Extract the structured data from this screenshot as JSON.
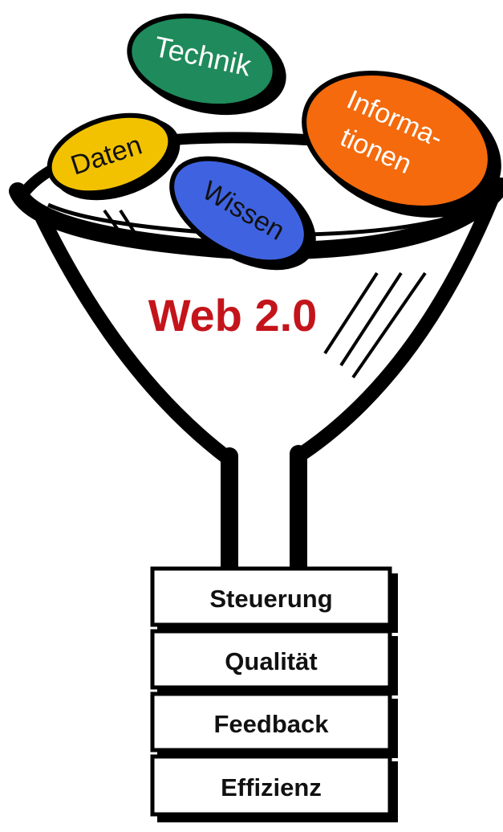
{
  "diagram": {
    "center_label": "Web 2.0",
    "inputs": [
      {
        "label_lines": [
          "Technik"
        ],
        "color": "#1f8a5b"
      },
      {
        "label_lines": [
          "Daten"
        ],
        "color": "#f2c200"
      },
      {
        "label_lines": [
          "Wissen"
        ],
        "color": "#3f63e0"
      },
      {
        "label_lines": [
          "Informa-",
          "tionen"
        ],
        "color": "#f46a0c"
      }
    ],
    "outputs": [
      {
        "label": "Steuerung"
      },
      {
        "label": "Qualität"
      },
      {
        "label": "Feedback"
      },
      {
        "label": "Effizienz"
      }
    ],
    "colors": {
      "center_label": "#c4141b",
      "outline": "#000000",
      "box_fill": "#ffffff"
    }
  }
}
